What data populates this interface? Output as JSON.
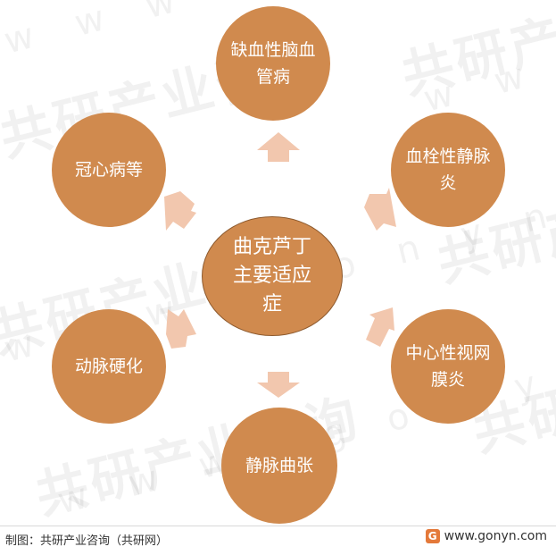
{
  "diagram": {
    "center_label": "曲克芦丁主要适应症",
    "nodes": [
      {
        "id": "top",
        "label": "缺血性脑血管病"
      },
      {
        "id": "upper-right",
        "label": "血栓性静脉炎"
      },
      {
        "id": "lower-right",
        "label": "中心性视网膜炎"
      },
      {
        "id": "bottom",
        "label": "静脉曲张"
      },
      {
        "id": "lower-left",
        "label": "动脉硬化"
      },
      {
        "id": "upper-left",
        "label": "冠心病等"
      }
    ]
  },
  "footer": {
    "source": "制图：共研产业咨询（共研网）",
    "website": "www.gonyn.com",
    "logo_glyph": "G"
  },
  "watermark": {
    "brand": "共研产业咨询",
    "url": "w w w . g o n y n . c o m"
  },
  "colors": {
    "circle_fill": "#d08a4e",
    "arrow_fill": "#f2c7ae",
    "center_border": "#8d5a2e"
  }
}
